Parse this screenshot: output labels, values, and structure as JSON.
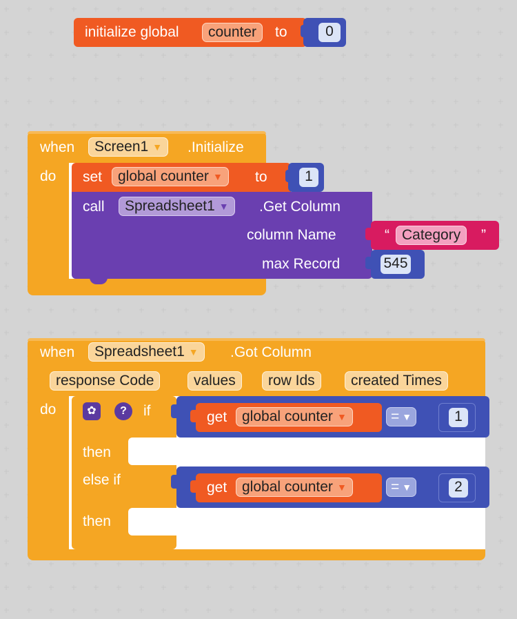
{
  "colors": {
    "variables": "#f05a22",
    "events": "#f5a623",
    "procedures": "#6a3fb0",
    "math": "#3f51b5",
    "text": "#d81b60",
    "control": "#f5a623"
  },
  "block_init": {
    "prefix": "initialize global",
    "var_name": "counter",
    "suffix": "to",
    "value": "0"
  },
  "block_screen": {
    "when": "when",
    "component": "Screen1",
    "event": ".Initialize",
    "do": "do",
    "set": {
      "prefix": "set",
      "var": "global counter",
      "suffix": "to",
      "value": "1"
    },
    "call": {
      "prefix": "call",
      "component": "Spreadsheet1",
      "method": ".Get Column",
      "arg1_label": "column Name",
      "arg1_value": "Category",
      "arg2_label": "max Record",
      "arg2_value": "545"
    }
  },
  "block_got": {
    "when": "when",
    "component": "Spreadsheet1",
    "event": ".Got Column",
    "params": [
      "response Code",
      "values",
      "row Ids",
      "created Times"
    ],
    "do": "do",
    "if_label": "if",
    "then1": "then",
    "elseif": "else if",
    "then2": "then",
    "cond1": {
      "get": "get",
      "var": "global counter",
      "op": "=",
      "value": "1"
    },
    "cond2": {
      "get": "get",
      "var": "global counter",
      "op": "=",
      "value": "2"
    }
  }
}
